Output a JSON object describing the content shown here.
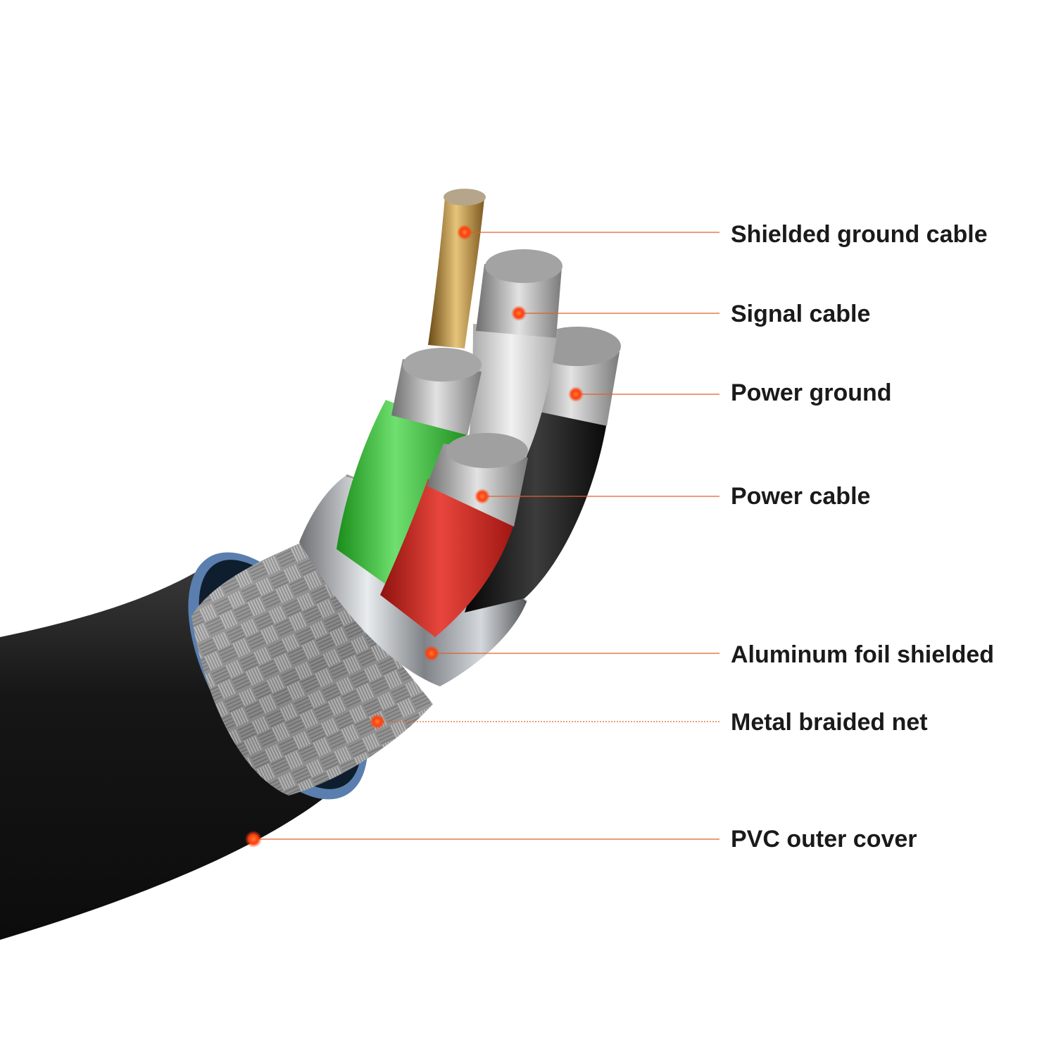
{
  "callouts": [
    {
      "id": "shielded-ground-cable",
      "label": "Shielded ground cable"
    },
    {
      "id": "signal-cable",
      "label": "Signal cable"
    },
    {
      "id": "power-ground",
      "label": "Power ground"
    },
    {
      "id": "power-cable",
      "label": "Power cable"
    },
    {
      "id": "aluminum-foil-shielded",
      "label": "Aluminum foil shielded"
    },
    {
      "id": "metal-braided-net",
      "label": "Metal braided net"
    },
    {
      "id": "pvc-outer-cover",
      "label": "PVC outer cover"
    }
  ],
  "colors": {
    "leader_line": "#e0602a",
    "dot": "#ff4a12",
    "jacket": "#141414",
    "jacket_edge": "#5a7fae",
    "braid": "#9a9a9a",
    "foil": "#c4c7cc",
    "green_insulation": "#2fb52f",
    "red_insulation": "#c8201a",
    "black_insulation": "#1b1b1b",
    "white_insulation": "#d6d6d6",
    "copper_strands": "#b98f3c",
    "tinned_strands": "#a8a8a8"
  }
}
